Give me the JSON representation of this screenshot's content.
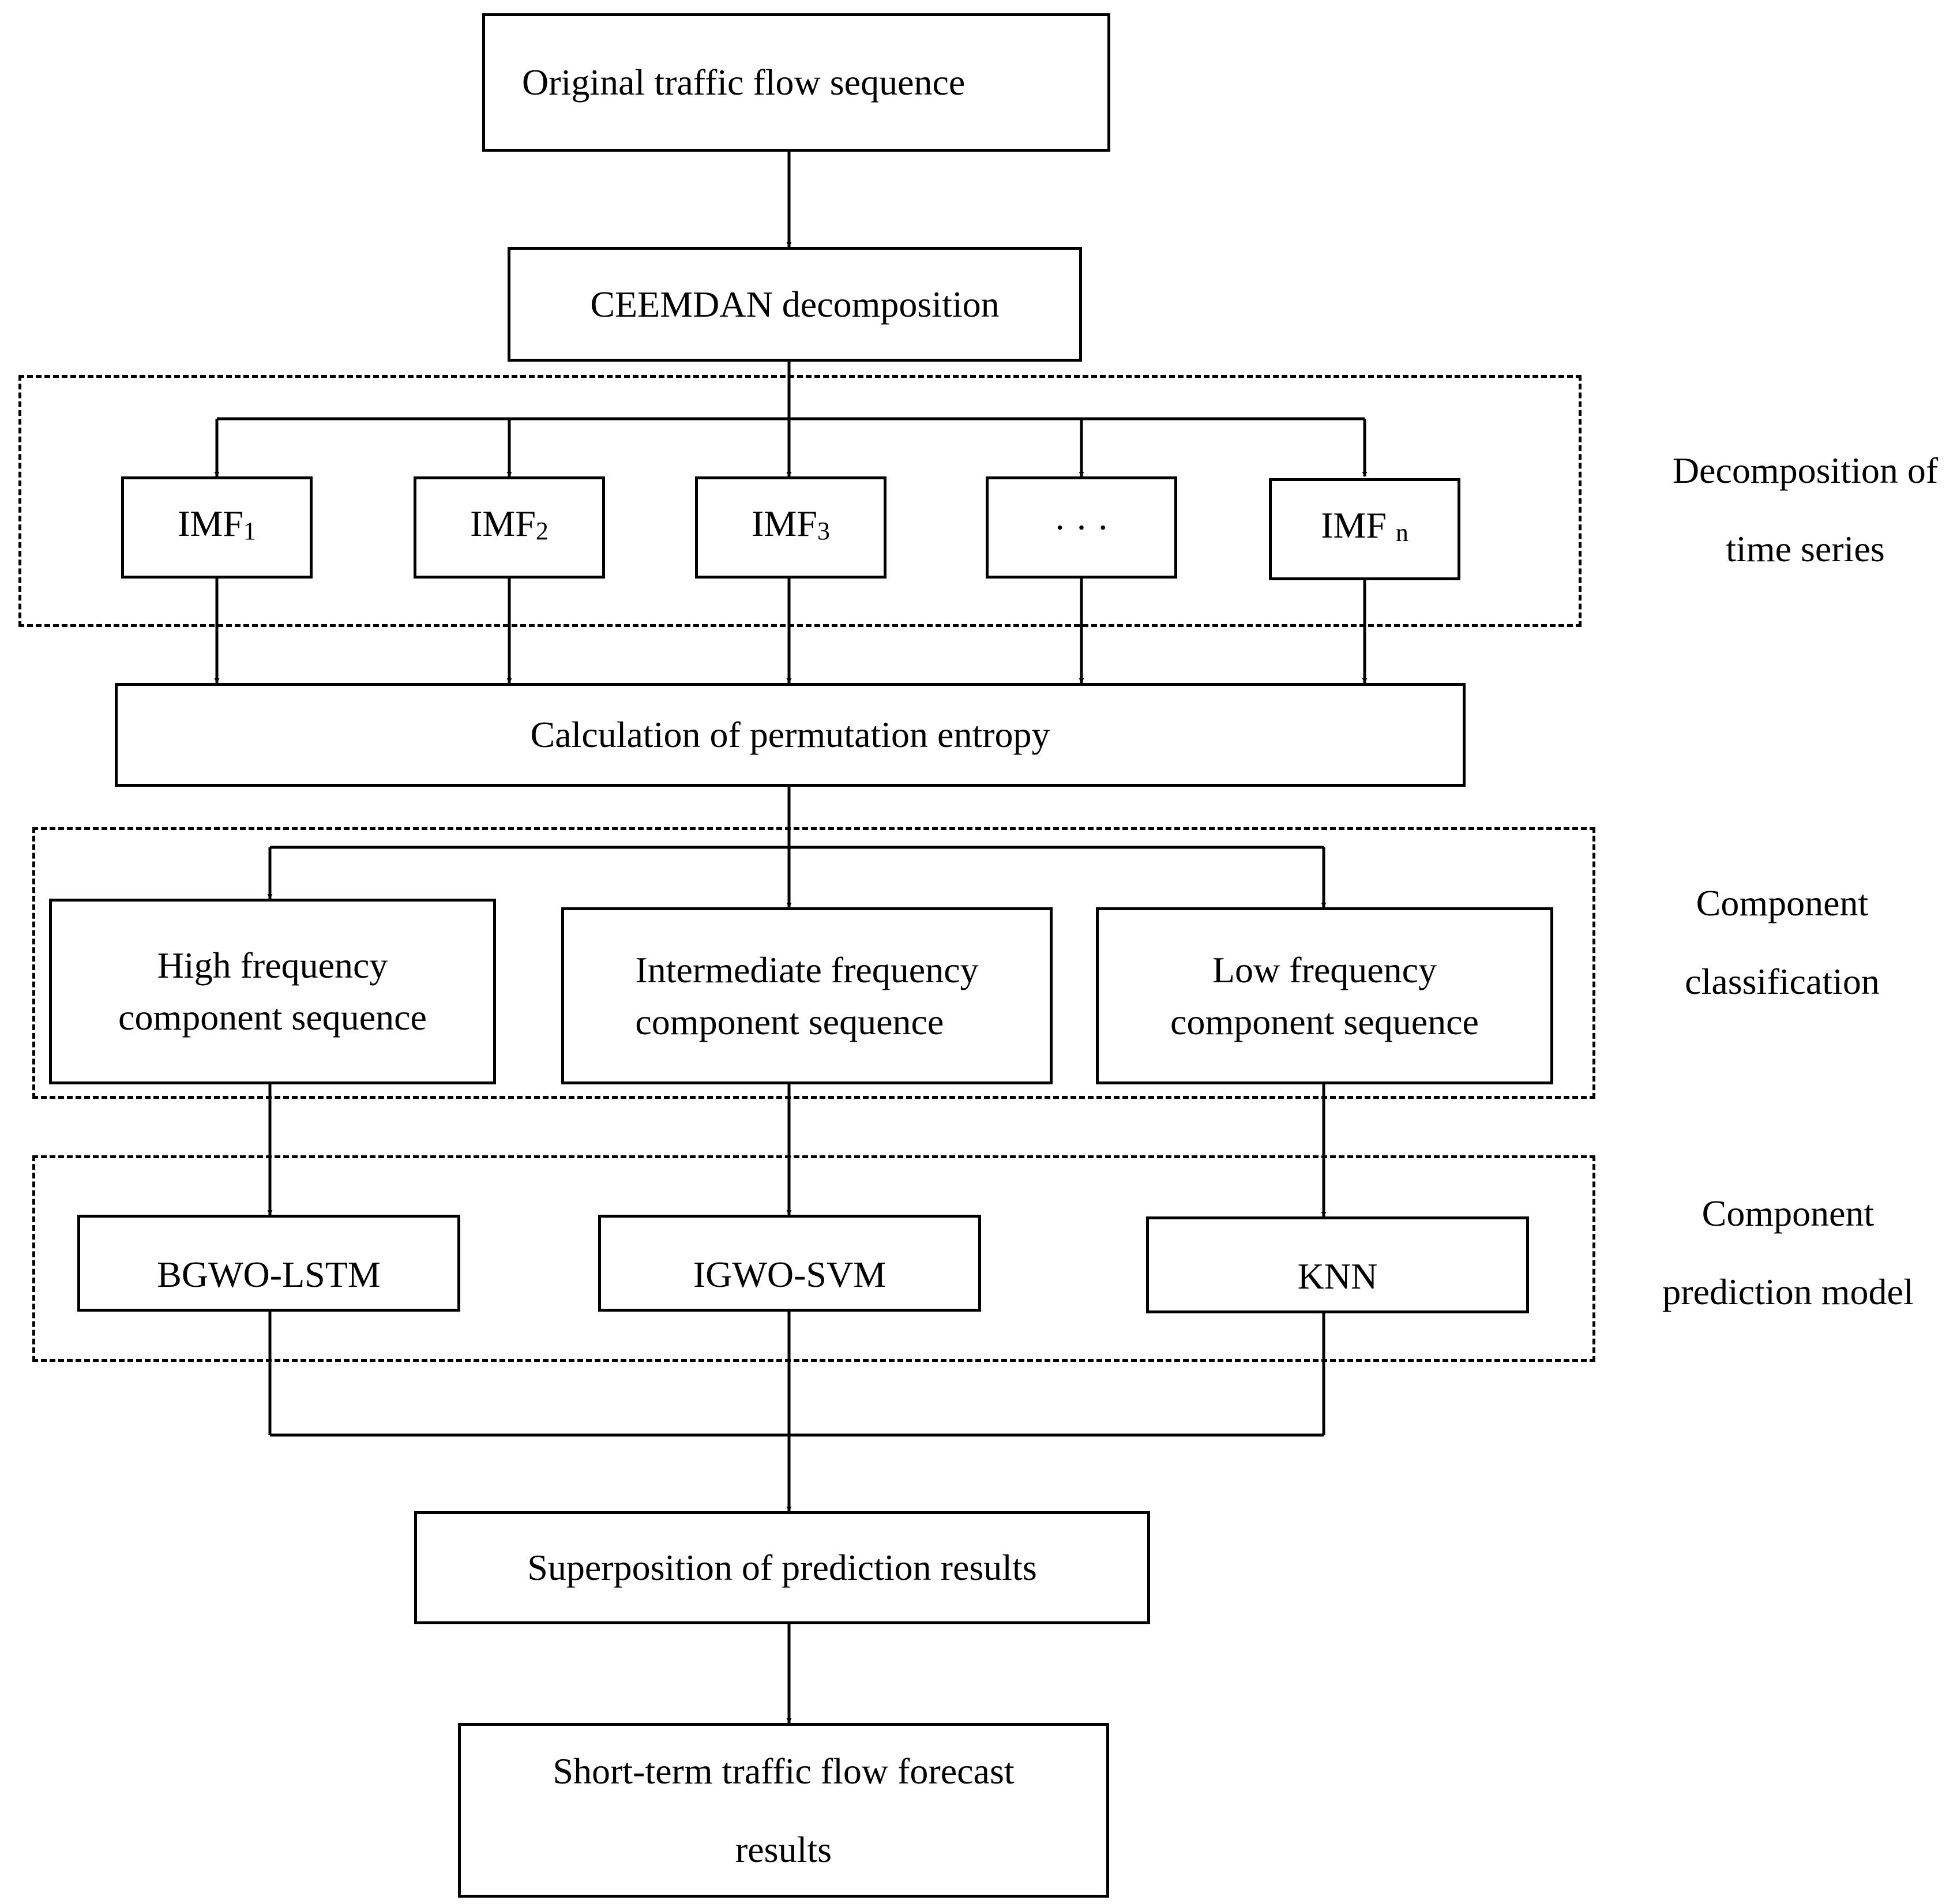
{
  "nodes": {
    "original": "Original traffic flow sequence",
    "ceemdan": "CEEMDAN decomposition",
    "imf1": {
      "base": "IMF",
      "sub": "1"
    },
    "imf2": {
      "base": "IMF",
      "sub": "2"
    },
    "imf3": {
      "base": "IMF",
      "sub": "3"
    },
    "imf_ellipsis": "· · ·",
    "imfn": {
      "base": "IMF",
      "sub": "n"
    },
    "entropy": "Calculation of permutation entropy",
    "high": [
      "High frequency",
      "component sequence"
    ],
    "intermediate": [
      "Intermediate frequency",
      "component sequence"
    ],
    "low": [
      "Low frequency",
      "component sequence"
    ],
    "bgwo_lstm": "BGWO-LSTM",
    "igwo_svm": "IGWO-SVM",
    "knn": "KNN",
    "superposition": "Superposition of prediction results",
    "forecast": [
      "Short-term traffic flow forecast",
      "results"
    ]
  },
  "side_labels": {
    "decomposition": [
      "Decomposition of",
      "time series"
    ],
    "classification": [
      "Component",
      "classification"
    ],
    "prediction": [
      "Component",
      "prediction model"
    ]
  },
  "colors": {
    "line": "#000000",
    "background": "#ffffff"
  }
}
